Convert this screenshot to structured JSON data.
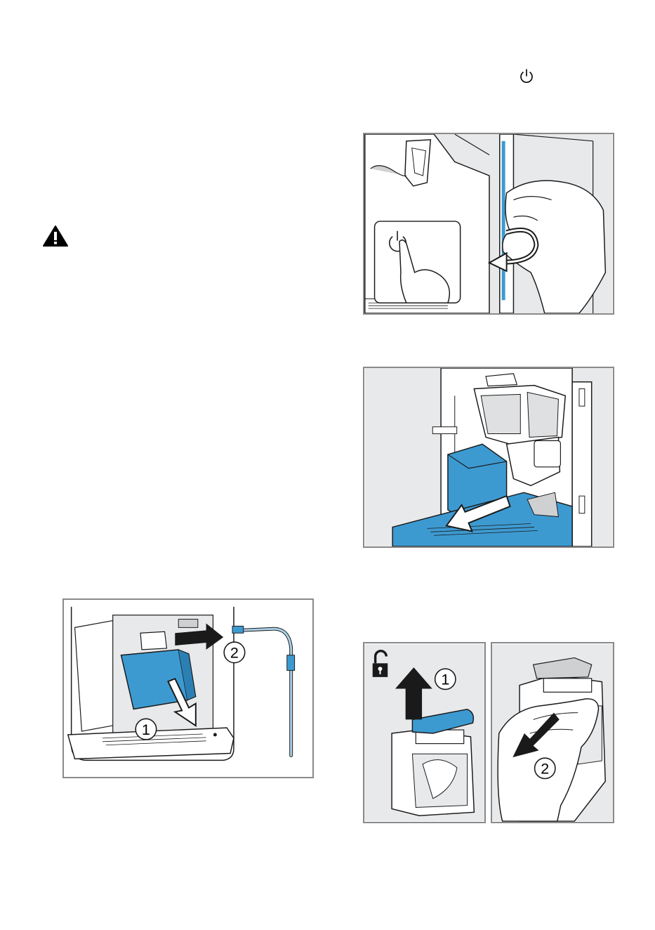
{
  "header": {
    "power_symbol": "⏻"
  },
  "warning": {
    "icon": "warning-triangle-icon"
  },
  "figures": {
    "fig_power_off": {
      "icons": [
        "power-button-icon",
        "finger-press-icon",
        "hand-icon",
        "rotate-arrow-icon"
      ]
    },
    "fig_drip_tray": {
      "icons": [
        "drip-tray-icon",
        "arrow-out-icon"
      ]
    },
    "fig_tray_remove": {
      "step1": "1",
      "step2": "2",
      "icons": [
        "arrow-out-icon",
        "arrow-right-icon",
        "milk-tube-icon"
      ]
    },
    "fig_unlock": {
      "step1": "1",
      "icons": [
        "unlock-icon",
        "arrow-up-icon",
        "lever-icon"
      ]
    },
    "fig_pull_brew_unit": {
      "step2": "2",
      "icons": [
        "hand-icon",
        "arrow-down-left-icon"
      ]
    }
  },
  "colors": {
    "accent_blue": "#3d9ad1",
    "panel_gray": "#e8e9eb",
    "line": "#1a1a1a",
    "frame": "#8a8a8a"
  }
}
